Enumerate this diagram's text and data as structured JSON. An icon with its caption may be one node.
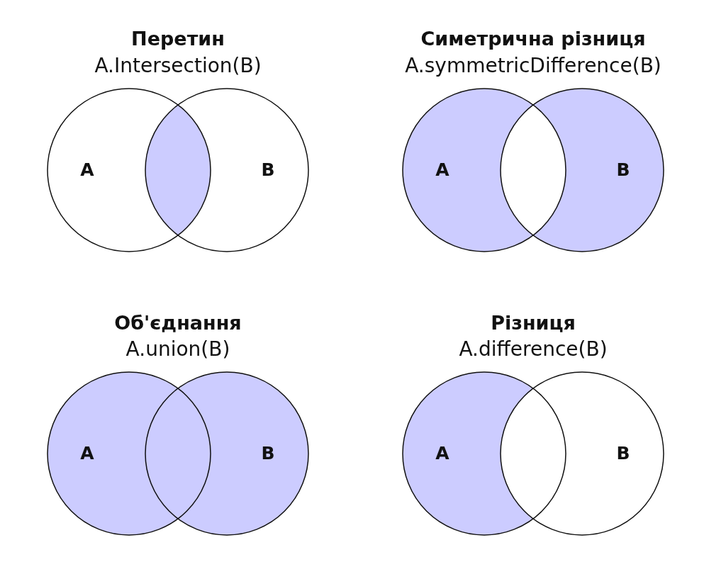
{
  "diagram": {
    "nodes": [
      {
        "text": [
          "A"
        ]
      },
      {
        "text": [
          "B"
        ]
      },
      {
        "text": [
          "A"
        ]
      },
      {
        "text": [
          "B"
        ]
      },
      {
        "text": [
          "A"
        ]
      },
      {
        "text": [
          "B"
        ]
      },
      {
        "text": [
          "A"
        ]
      },
      {
        "text": [
          "B"
        ]
      }
    ],
    "labels": [
      "Перетин",
      "A.Intersection(B)",
      "Симетрична різниця",
      "A.symmetricDifference(B)",
      "Об'єднання",
      "A.union(B)",
      "Різниця",
      "A.difference(B)"
    ]
  }
}
